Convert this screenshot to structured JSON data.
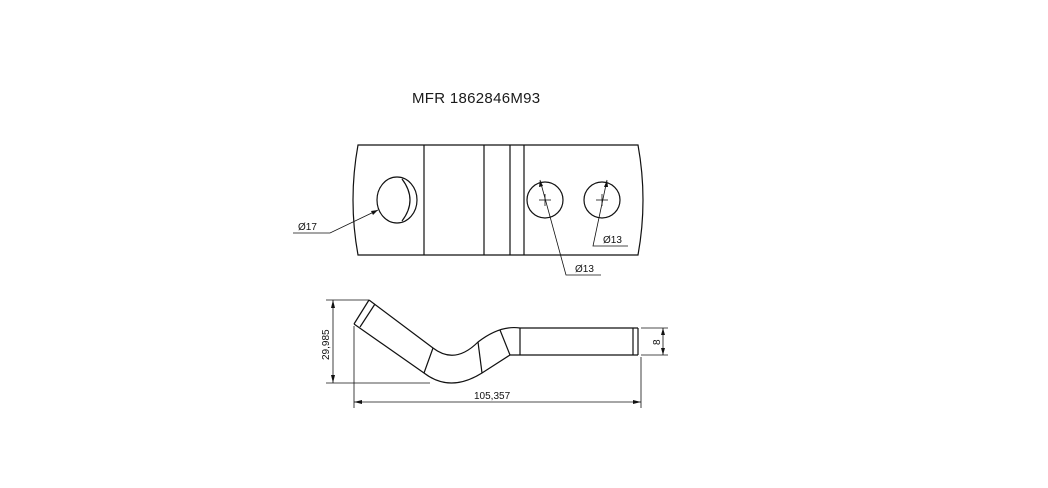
{
  "title": "MFR 1862846M93",
  "dimensions": {
    "hole_large": "Ø17",
    "hole_small_right": "Ø13",
    "hole_small_middle": "Ø13",
    "height": "29,985",
    "length": "105,357",
    "thickness": "8"
  }
}
